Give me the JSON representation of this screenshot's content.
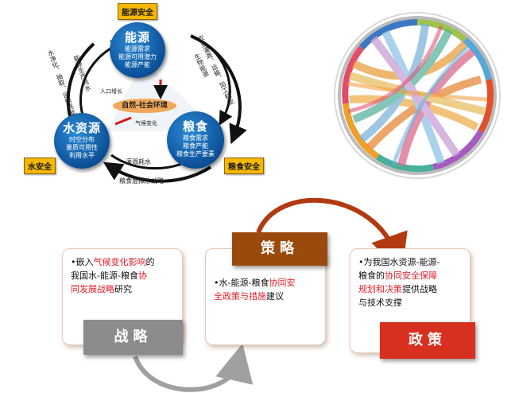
{
  "nexus": {
    "tags": {
      "energy_security": "能源安全",
      "water_security": "水安全",
      "food_security": "粮食安全"
    },
    "nodes": {
      "energy": {
        "title": "能源",
        "lines": [
          "能源需求",
          "能源可用潜力",
          "能源产能"
        ]
      },
      "water": {
        "title": "水资源",
        "lines": [
          "时空分布",
          "量质可用性",
          "利用水平"
        ]
      },
      "food": {
        "title": "粮食",
        "lines": [
          "粮食需求",
          "粮食产能",
          "粮食生产要素"
        ]
      }
    },
    "center": {
      "environment": "自然-社会环境",
      "population": "人口增长",
      "climate": "气候变化"
    },
    "flows": {
      "left_outer": "水净化、抽取、运输耗能",
      "left_inner": "能源生产耗水",
      "right_outer": "农业灌溉、运输、加工耗能",
      "right_inner": "生物能源",
      "bottom_inner": "灌溉耗水",
      "bottom_outer": "粮食虚拟水战略"
    }
  },
  "flow": {
    "boxes": {
      "strategy_text": [
        "嵌入",
        "气候变化影响",
        "的",
        "我国水-能源-粮食",
        "协",
        "同发展战略",
        "研究"
      ],
      "tactics_text": [
        "水-能源-粮食",
        "协同安",
        "全政策与措施",
        "建议"
      ],
      "policy_text": [
        "为我国水资源-能源-",
        "粮食的",
        "协同安全保障",
        "规划和决策",
        "提供战略",
        "与技术支撑"
      ]
    },
    "labels": {
      "strategy": "战略",
      "tactics": "策略",
      "policy": "政策"
    },
    "colors": {
      "grey_label": "#8c8c8c",
      "brown_label": "#9a4a0c",
      "red_label": "#d8301e",
      "arrow": "#b23a10",
      "highlight": "#e0202a"
    }
  }
}
